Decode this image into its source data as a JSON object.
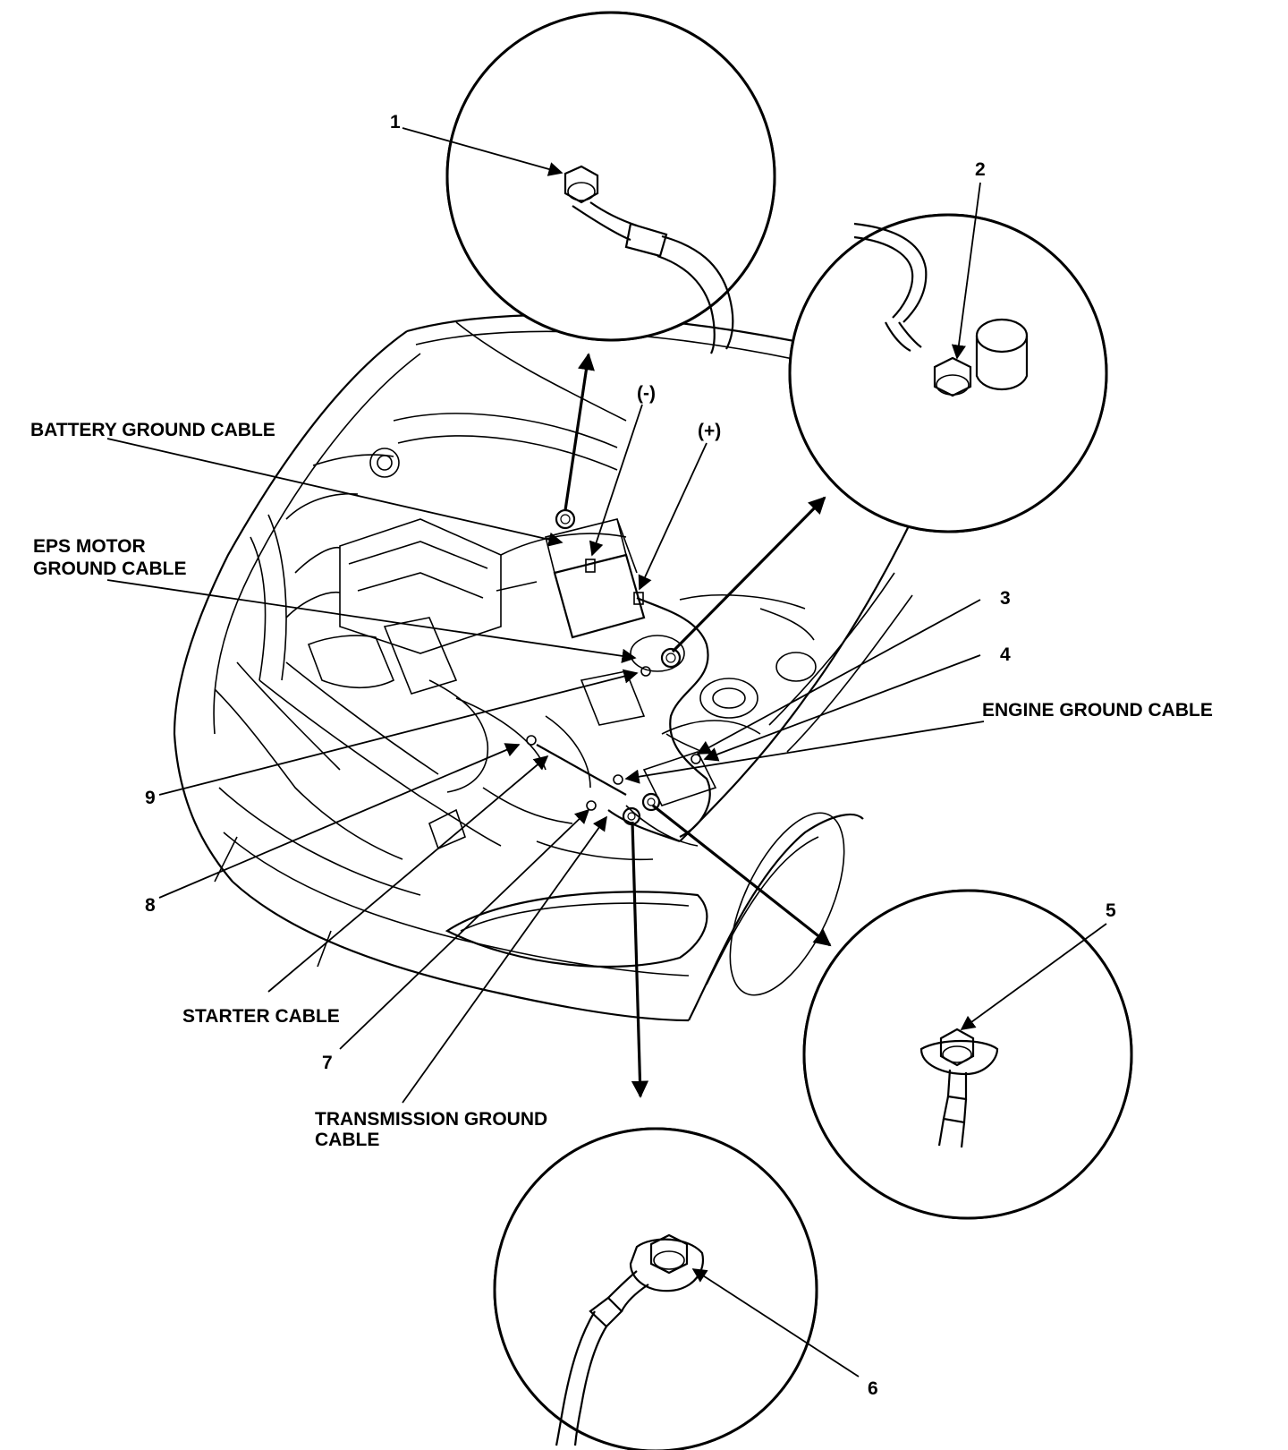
{
  "labels": {
    "battery_ground_cable": "BATTERY GROUND CABLE",
    "eps_motor_line1": "EPS MOTOR",
    "eps_motor_line2": "GROUND CABLE",
    "engine_ground_cable": "ENGINE GROUND CABLE",
    "starter_cable": "STARTER CABLE",
    "transmission_line1": "TRANSMISSION GROUND",
    "transmission_line2": "CABLE",
    "negative_terminal": "(-)",
    "positive_terminal": "(+)"
  },
  "callouts": [
    "1",
    "2",
    "3",
    "4",
    "5",
    "6",
    "7",
    "8",
    "9"
  ]
}
